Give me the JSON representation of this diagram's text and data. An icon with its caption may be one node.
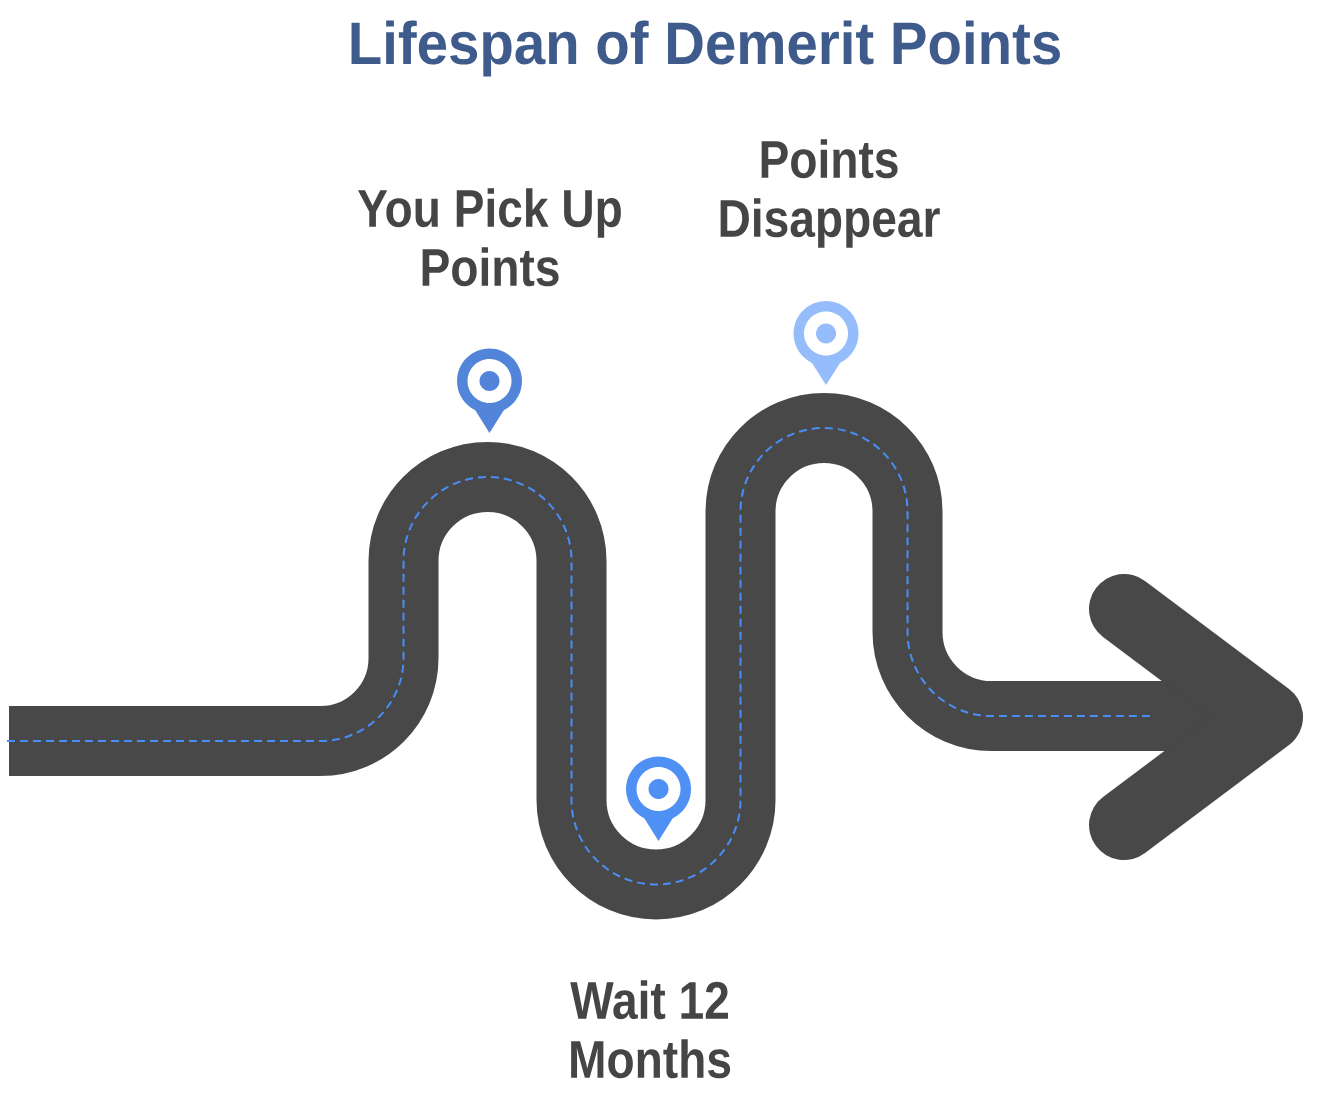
{
  "diagram": {
    "title": "Lifespan of Demerit Points",
    "labels": [
      "You Pick Up Points",
      "Wait 12 Months",
      "Points Disappear"
    ]
  }
}
